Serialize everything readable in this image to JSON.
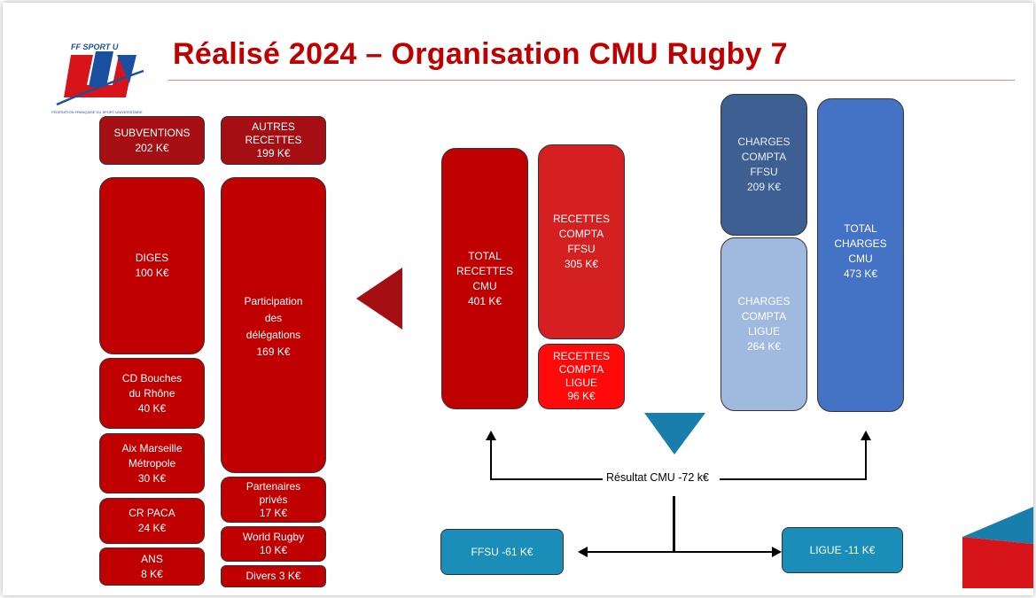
{
  "logo": {
    "text": "FF SPORT U",
    "subtext": "FÉDÉRATION FRANÇAISE DU SPORT UNIVERSITAIRE"
  },
  "title": "Réalisé 2024 – Organisation CMU Rugby 7",
  "left_col1": [
    {
      "lines": [
        "SUBVENTIONS",
        "202 K€"
      ]
    },
    {
      "lines": [
        "DIGES",
        "100 K€"
      ]
    },
    {
      "lines": [
        "CD Bouches",
        "du Rhône",
        "40 K€"
      ]
    },
    {
      "lines": [
        "Aix Marseille",
        "Métropole",
        "30 K€"
      ]
    },
    {
      "lines": [
        "CR PACA",
        "24 K€"
      ]
    },
    {
      "lines": [
        "ANS",
        "8 K€"
      ]
    }
  ],
  "left_col2": [
    {
      "lines": [
        "AUTRES",
        "RECETTES",
        "199 K€"
      ]
    },
    {
      "lines": [
        "Participation",
        "des",
        "délégations",
        "169 K€"
      ]
    },
    {
      "lines": [
        "Partenaires",
        "privés",
        "17 K€"
      ]
    },
    {
      "lines": [
        "World Rugby",
        "10 K€"
      ]
    },
    {
      "lines": [
        "Divers 3 K€"
      ]
    }
  ],
  "recettes": {
    "total": [
      "TOTAL",
      "RECETTES",
      "CMU",
      "401 K€"
    ],
    "ffsu": [
      "RECETTES",
      "COMPTA",
      "FFSU",
      "305 K€"
    ],
    "ligue": [
      "RECETTES",
      "COMPTA",
      "LIGUE",
      "96 K€"
    ]
  },
  "charges": {
    "ffsu": [
      "CHARGES",
      "COMPTA",
      "FFSU",
      "209 K€"
    ],
    "ligue": [
      "CHARGES",
      "COMPTA",
      "LIGUE",
      "264 K€"
    ],
    "total": [
      "TOTAL",
      "CHARGES",
      "CMU",
      "473 K€"
    ]
  },
  "resultat": "Résultat CMU -72 k€",
  "ffsu_result": "FFSU -61 K€",
  "ligue_result": "LIGUE -11 K€",
  "colors": {
    "title": "#c00000",
    "teal": "#1a8db8",
    "dark_red": "#a50f14"
  }
}
